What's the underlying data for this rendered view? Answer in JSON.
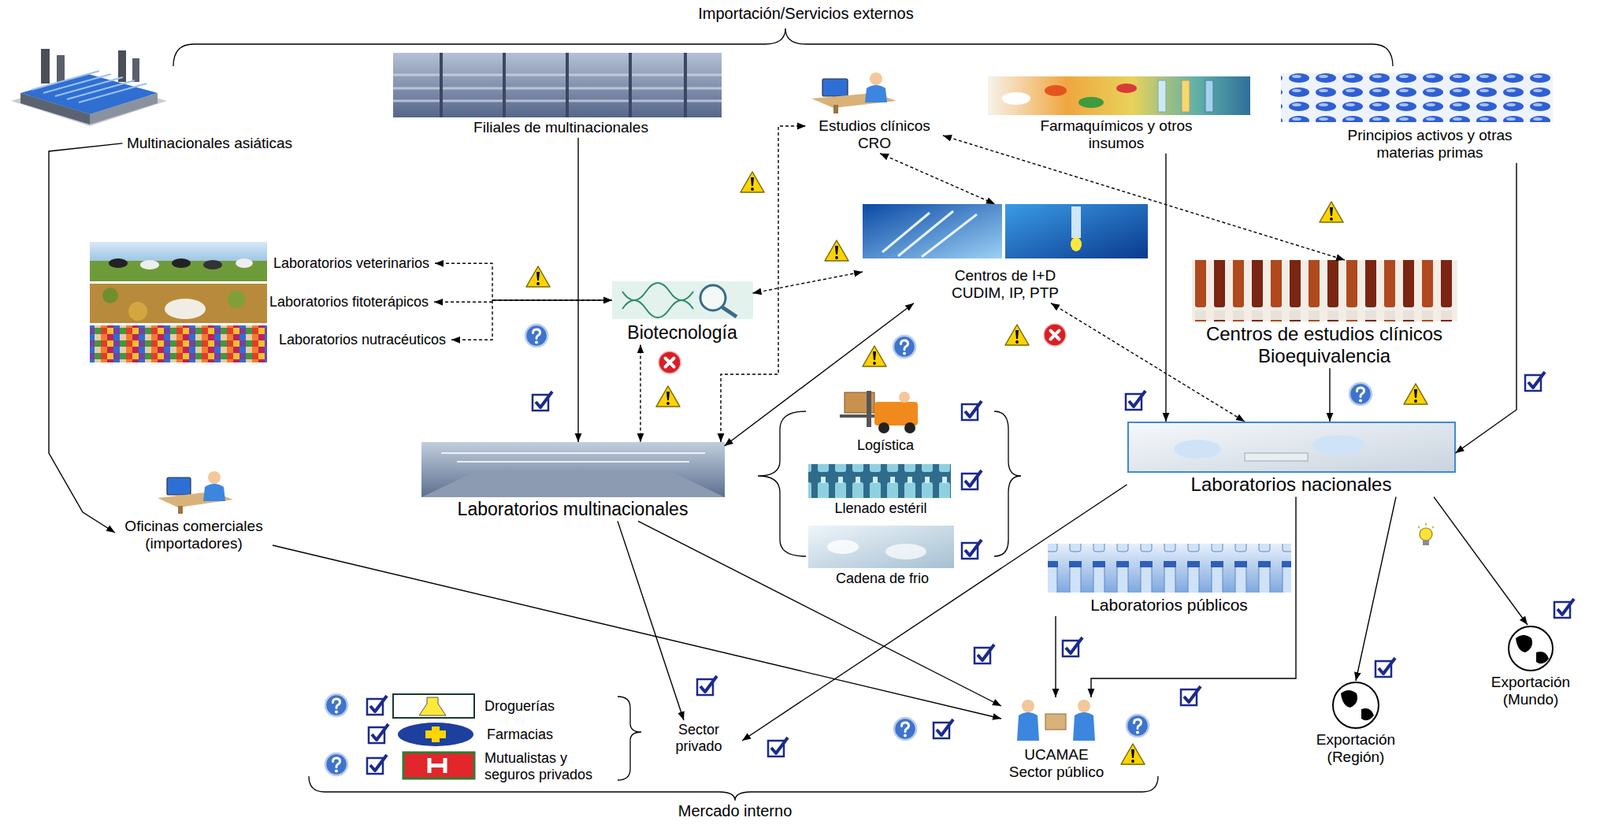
{
  "diagram": {
    "nodes": [
      {
        "text": [
          "Multinacionales asiáticas"
        ]
      },
      {
        "text": [
          "Filiales de multinacionales"
        ]
      },
      {
        "text": [
          "Estudios clínicos CRO"
        ]
      },
      {
        "text": [
          "Farmaquímicos y otros insumos"
        ]
      },
      {
        "text": [
          "Principios activos y otras materias primas"
        ]
      },
      {
        "text": [
          "Laboratorios veterinarios"
        ]
      },
      {
        "text": [
          "Laboratorios fitoterápicos"
        ]
      },
      {
        "text": [
          "Laboratorios nutracéuticos"
        ]
      },
      {
        "text": [
          "Biotecnología"
        ]
      },
      {
        "text": [
          "Centros de I+D CUDIM, IP, PTP"
        ]
      },
      {
        "text": [
          "Centros de estudios clínicos Bioequivalencia"
        ]
      },
      {
        "text": [
          "Laboratorios multinacionales"
        ]
      },
      {
        "text": [
          "Logística"
        ]
      },
      {
        "text": [
          "Llenado estéril"
        ]
      },
      {
        "text": [
          "Cadena de frio"
        ]
      },
      {
        "text": [
          "Laboratorios nacionales"
        ]
      },
      {
        "text": [
          "Oficinas comerciales (importadores)"
        ]
      },
      {
        "text": [
          "Laboratorios públicos"
        ]
      },
      {
        "text": [
          "Droguerías"
        ]
      },
      {
        "text": [
          "Farmacias"
        ]
      },
      {
        "text": [
          "Mutualistas y seguros privados"
        ]
      },
      {
        "text": [
          "Sector privado"
        ]
      },
      {
        "text": [
          "UCAMAE Sector público"
        ]
      },
      {
        "text": [
          "Exportación (Región)"
        ]
      },
      {
        "text": [
          "Exportación (Mundo)"
        ]
      }
    ],
    "edges": [
      {
        "from": 0,
        "to": 16,
        "arrow": "to"
      },
      {
        "from": 1,
        "to": 11,
        "arrow": "to"
      },
      {
        "from": 3,
        "to": 15,
        "arrow": "to"
      },
      {
        "from": 4,
        "to": 15,
        "arrow": "to"
      },
      {
        "from": 2,
        "to": 9,
        "arrow": "both"
      },
      {
        "from": 2,
        "to": 10,
        "arrow": "both"
      },
      {
        "from": 5,
        "to": 8,
        "arrow": "both"
      },
      {
        "from": 6,
        "to": 8,
        "arrow": "both"
      },
      {
        "from": 7,
        "to": 8,
        "arrow": "both"
      },
      {
        "from": 8,
        "to": 11,
        "arrow": "both"
      },
      {
        "from": 8,
        "to": 9,
        "arrow": "both"
      },
      {
        "from": 11,
        "to": 2,
        "arrow": "both"
      },
      {
        "from": 11,
        "to": 9,
        "arrow": "both"
      },
      {
        "from": 9,
        "to": 15,
        "arrow": "both"
      },
      {
        "from": 10,
        "to": 15,
        "arrow": "to"
      },
      {
        "from": 11,
        "to": 21,
        "arrow": "to"
      },
      {
        "from": 11,
        "to": 22,
        "arrow": "to"
      },
      {
        "from": 16,
        "to": 22,
        "arrow": "to"
      },
      {
        "from": 15,
        "to": 21,
        "arrow": "to"
      },
      {
        "from": 15,
        "to": 22,
        "arrow": "to"
      },
      {
        "from": 17,
        "to": 22,
        "arrow": "to"
      },
      {
        "from": 15,
        "to": 23,
        "arrow": "to"
      },
      {
        "from": 15,
        "to": 24,
        "arrow": "to"
      }
    ],
    "labels": [
      "Importación/Servicios externos",
      "Mercado interno"
    ]
  }
}
